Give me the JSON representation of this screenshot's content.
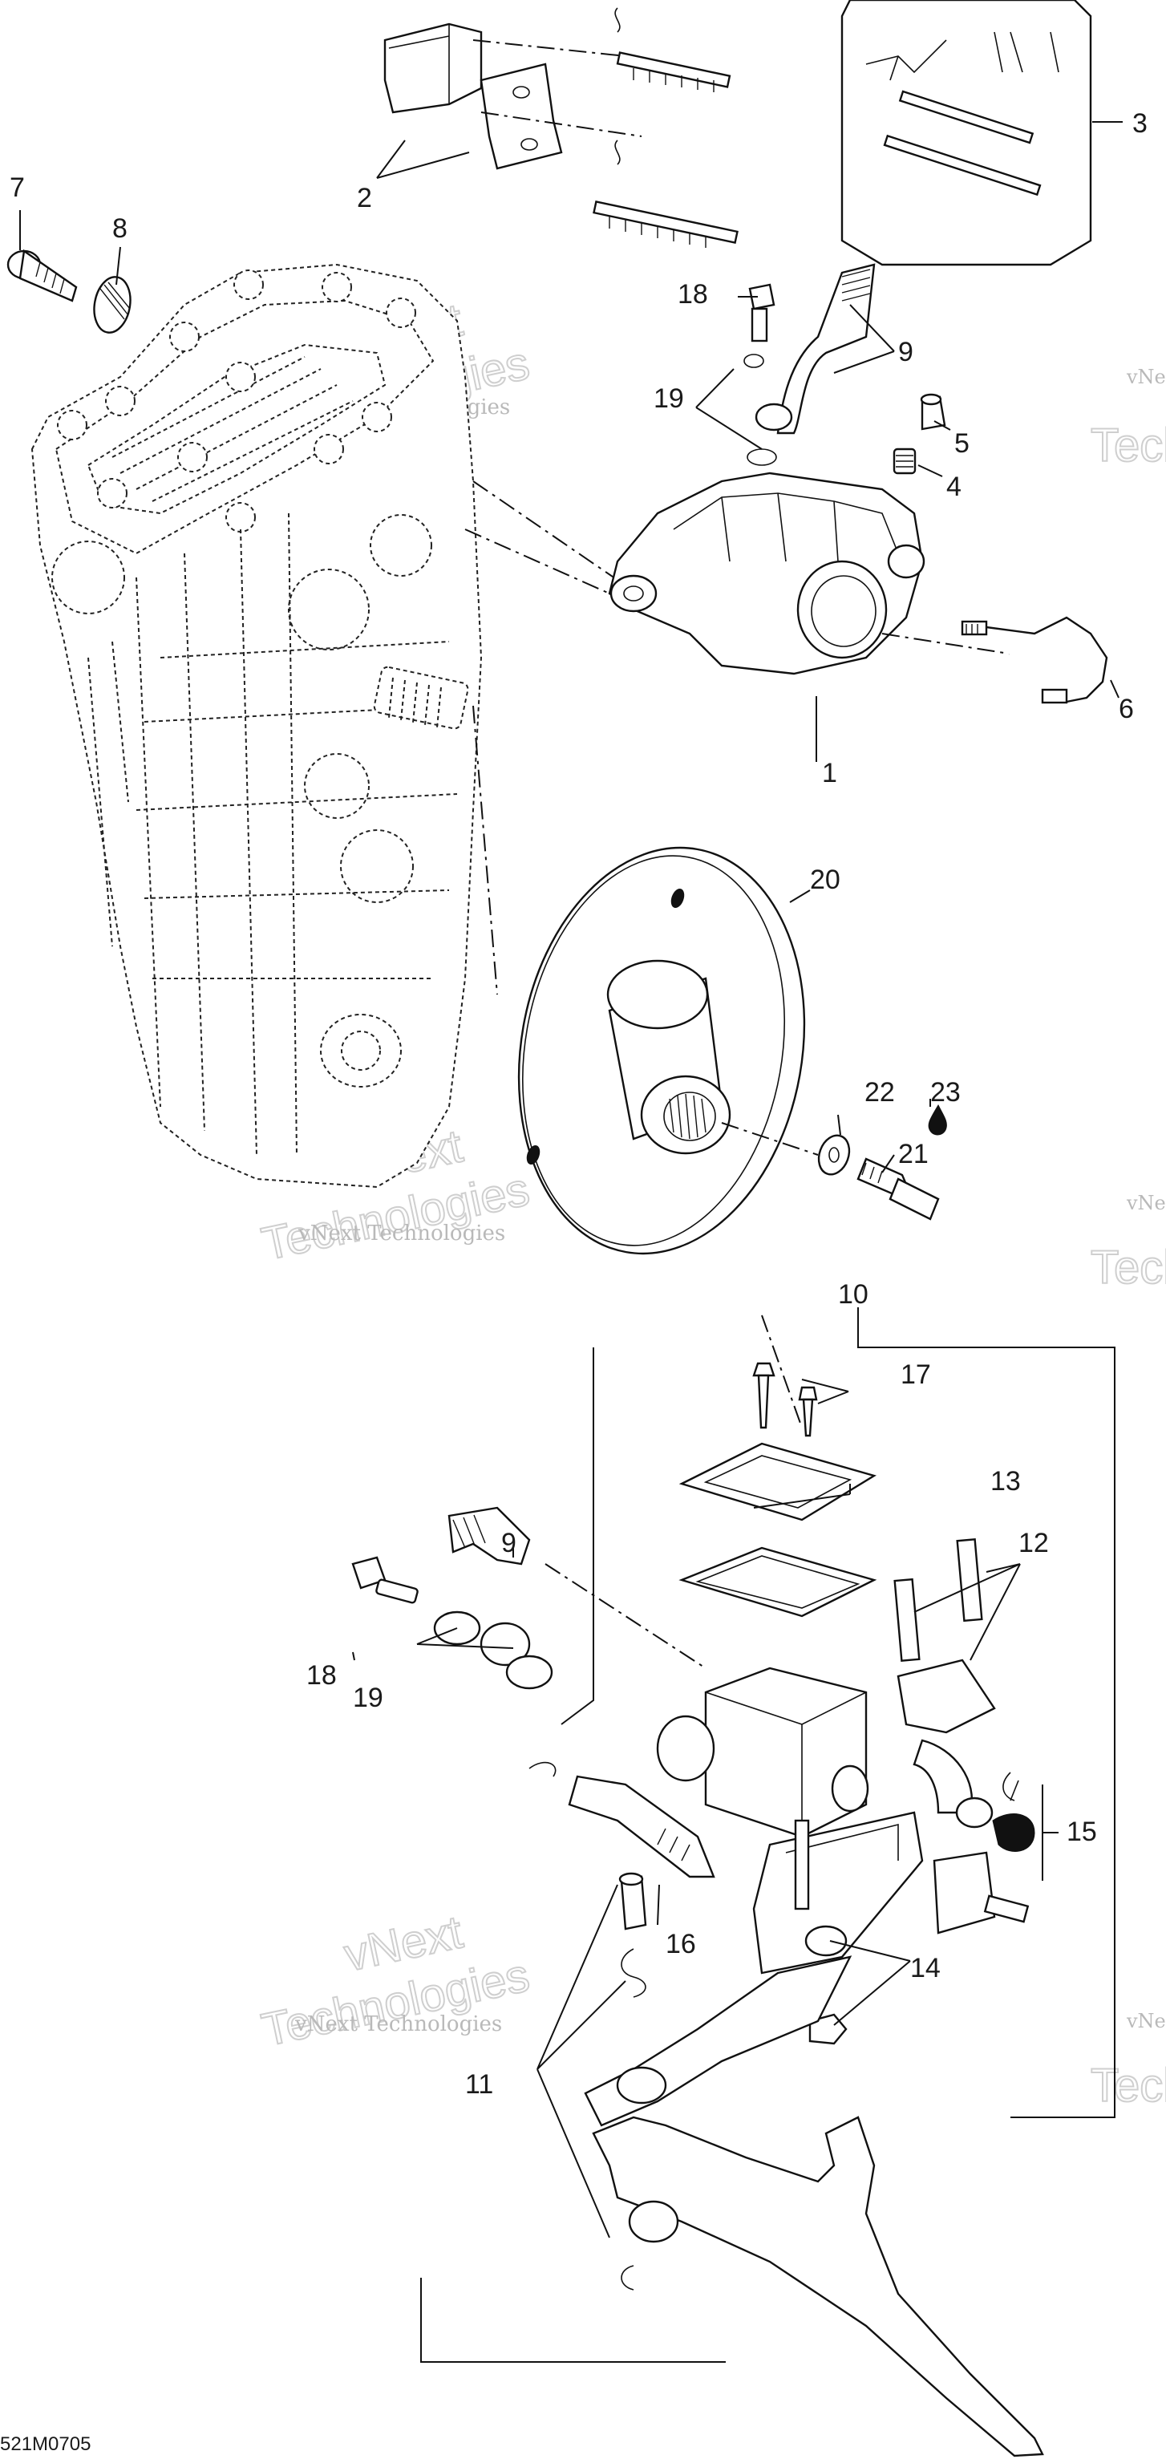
{
  "figure_code": "521M0705",
  "watermark": {
    "line1": "vNext",
    "line2": "Technologies",
    "caption": "vNext Technologies"
  },
  "callouts": [
    "1",
    "2",
    "3",
    "4",
    "5",
    "6",
    "7",
    "8",
    "9",
    "9",
    "10",
    "11",
    "12",
    "13",
    "14",
    "15",
    "16",
    "17",
    "18",
    "18",
    "19",
    "19",
    "20",
    "21",
    "22",
    "23"
  ]
}
